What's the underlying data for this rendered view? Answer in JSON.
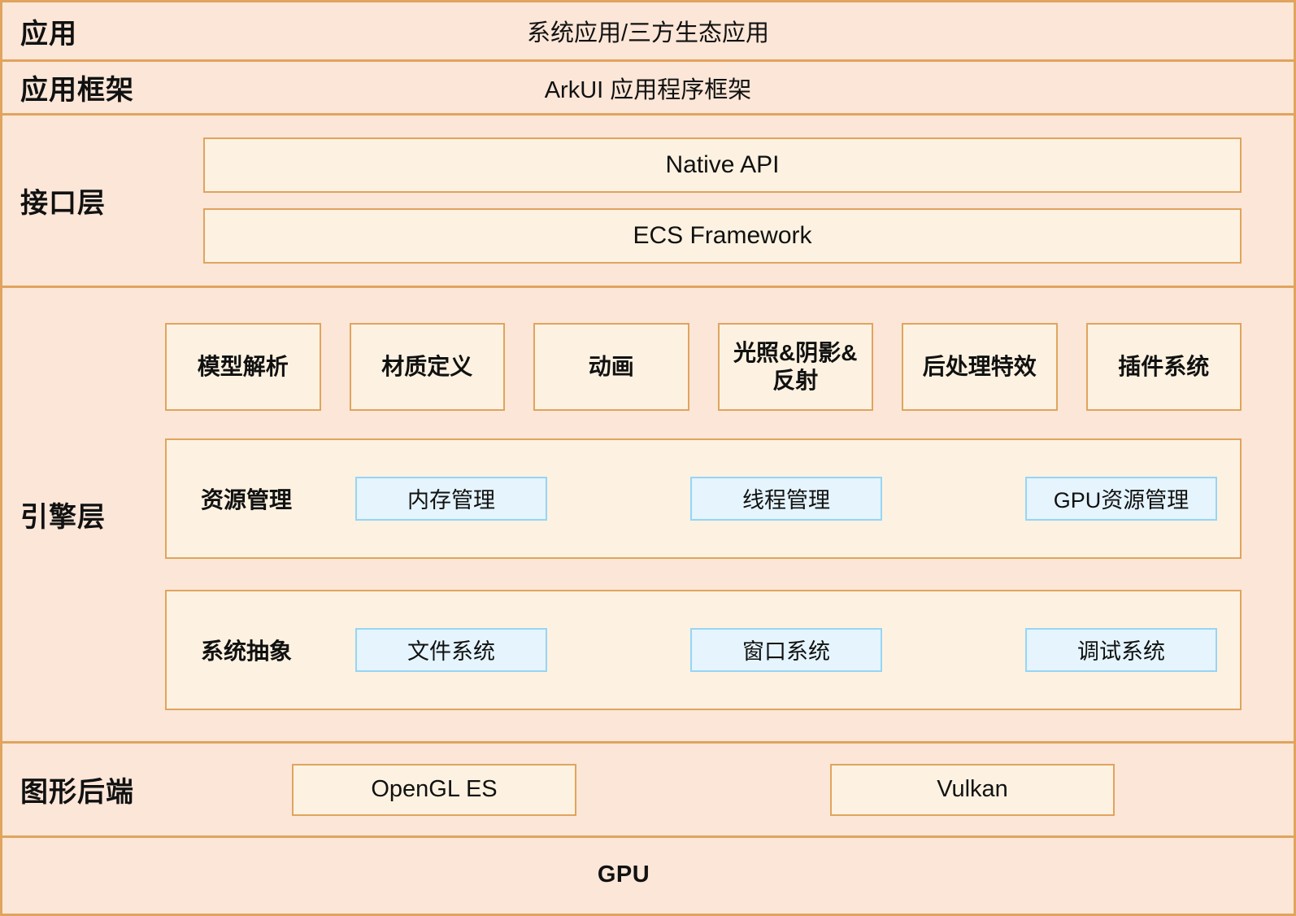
{
  "diagram": {
    "colors": {
      "layer_background": "#FBE6D8",
      "box_fill_cream": "#FDF2E1",
      "box_border_orange": "#E0A45E",
      "box_fill_blue": "#E5F4FD",
      "box_border_blue": "#96D5F5",
      "text": "#111111"
    },
    "layers": [
      {
        "label": "应用",
        "content": "系统应用/三方生态应用"
      },
      {
        "label": "应用框架",
        "content": "ArkUI 应用程序框架"
      },
      {
        "label": "接口层",
        "boxes": [
          "Native API",
          "ECS Framework"
        ]
      },
      {
        "label": "引擎层",
        "features": [
          "模型解析",
          "材质定义",
          "动画",
          "光照&阴影&反射",
          "后处理特效",
          "插件系统"
        ],
        "groups": [
          {
            "title": "资源管理",
            "items": [
              "内存管理",
              "线程管理",
              "GPU资源管理"
            ]
          },
          {
            "title": "系统抽象",
            "items": [
              "文件系统",
              "窗口系统",
              "调试系统"
            ]
          }
        ]
      },
      {
        "label": "图形后端",
        "backends": [
          "OpenGL ES",
          "Vulkan"
        ]
      },
      {
        "label": "GPU",
        "content": "GPU"
      }
    ]
  }
}
